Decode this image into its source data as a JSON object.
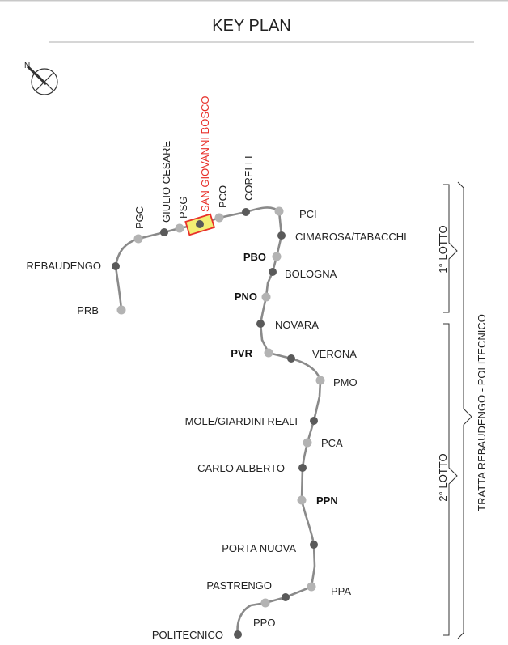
{
  "title": "KEY PLAN",
  "compass": {
    "label": "N",
    "icon": "north-compass-icon"
  },
  "colors": {
    "line": "#8a8a8a",
    "station": "#5a5a5a",
    "shaft": "#b3b3b3",
    "highlight": "#e8302a",
    "highlight_fill": "#f3ee74"
  },
  "stations": [
    {
      "id": "prb",
      "label": "PRB",
      "type": "shaft"
    },
    {
      "id": "rebaudengo",
      "label": "REBAUDENGO",
      "type": "station"
    },
    {
      "id": "pgc",
      "label": "PGC",
      "type": "shaft"
    },
    {
      "id": "giulio-cesare",
      "label": "GIULIO CESARE",
      "type": "station"
    },
    {
      "id": "psg",
      "label": "PSG",
      "type": "shaft"
    },
    {
      "id": "san-giovanni-bosco",
      "label": "SAN GIOVANNI BOSCO",
      "type": "station",
      "highlighted": true
    },
    {
      "id": "pco",
      "label": "PCO",
      "type": "shaft"
    },
    {
      "id": "corelli",
      "label": "CORELLI",
      "type": "station"
    },
    {
      "id": "pci",
      "label": "PCI",
      "type": "shaft"
    },
    {
      "id": "cimarosa-tabacchi",
      "label": "CIMAROSA/TABACCHI",
      "type": "station"
    },
    {
      "id": "pbo",
      "label": "PBO",
      "type": "shaft",
      "bold": true
    },
    {
      "id": "bologna",
      "label": "BOLOGNA",
      "type": "station"
    },
    {
      "id": "pno",
      "label": "PNO",
      "type": "shaft",
      "bold": true
    },
    {
      "id": "novara",
      "label": "NOVARA",
      "type": "station"
    },
    {
      "id": "pvr",
      "label": "PVR",
      "type": "shaft",
      "bold": true
    },
    {
      "id": "verona",
      "label": "VERONA",
      "type": "station"
    },
    {
      "id": "pmo",
      "label": "PMO",
      "type": "shaft"
    },
    {
      "id": "mole-giardini-reali",
      "label": "MOLE/GIARDINI REALI",
      "type": "station"
    },
    {
      "id": "pca",
      "label": "PCA",
      "type": "shaft"
    },
    {
      "id": "carlo-alberto",
      "label": "CARLO ALBERTO",
      "type": "station"
    },
    {
      "id": "ppn",
      "label": "PPN",
      "type": "shaft",
      "bold": true
    },
    {
      "id": "porta-nuova",
      "label": "PORTA NUOVA",
      "type": "station"
    },
    {
      "id": "ppa",
      "label": "PPA",
      "type": "shaft"
    },
    {
      "id": "pastrengo",
      "label": "PASTRENGO",
      "type": "station"
    },
    {
      "id": "ppo",
      "label": "PPO",
      "type": "shaft"
    },
    {
      "id": "politecnico",
      "label": "POLITECNICO",
      "type": "station"
    }
  ],
  "lots": [
    {
      "id": "lotto-1",
      "label": "1° LOTTO"
    },
    {
      "id": "lotto-2",
      "label": "2° LOTTO"
    }
  ],
  "section_label": "TRATTA REBAUDENGO - POLITECNICO"
}
